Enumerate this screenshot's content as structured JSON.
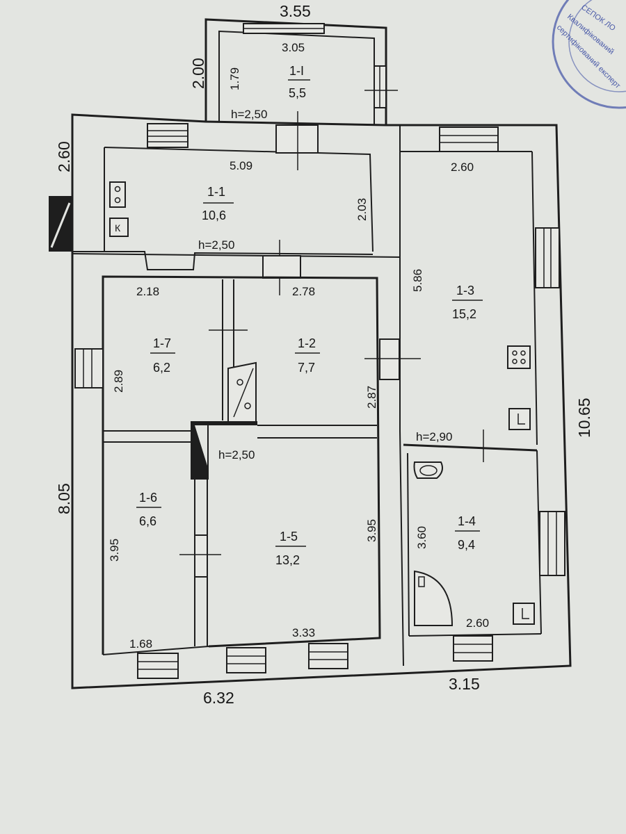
{
  "outer_dims": {
    "porch_width": "3.55",
    "porch_depth": "2.00",
    "kitchen_depth_left": "2.60",
    "house_depth_left": "8.05",
    "house_depth_right": "10.65",
    "bottom_left_width": "6.32",
    "bottom_right_width": "3.15"
  },
  "rooms": [
    {
      "id": "1-I",
      "area": "5,5",
      "width": "3.05",
      "length": "1.79",
      "height": "h=2,50"
    },
    {
      "id": "1-1",
      "area": "10,6",
      "width": "5.09",
      "length": "2.03",
      "height": "h=2,50"
    },
    {
      "id": "1-2",
      "area": "7,7",
      "width": "2.78",
      "length": "2.87",
      "height": "h=2,50"
    },
    {
      "id": "1-3",
      "area": "15,2",
      "width": "2.60",
      "length": "5.86",
      "height": "h=2,90"
    },
    {
      "id": "1-4",
      "area": "9,4",
      "width": "2.60",
      "length": "3.60"
    },
    {
      "id": "1-5",
      "area": "13,2",
      "width": "3.33",
      "length": "3.95"
    },
    {
      "id": "1-6",
      "area": "6,6",
      "width": "1.68",
      "length": "3.95"
    },
    {
      "id": "1-7",
      "area": "6,2",
      "width": "2.18",
      "length": "2.89"
    }
  ],
  "symbols": {
    "stove_letter": "К"
  },
  "stamp": {
    "line1": "СЕПОК ЛО",
    "line2": "Квалифікований",
    "line3": "сертифікований експерт"
  },
  "colors": {
    "paper": "#e3e5e1",
    "ink": "#1e1e1e",
    "stamp": "#4a5aa8"
  }
}
